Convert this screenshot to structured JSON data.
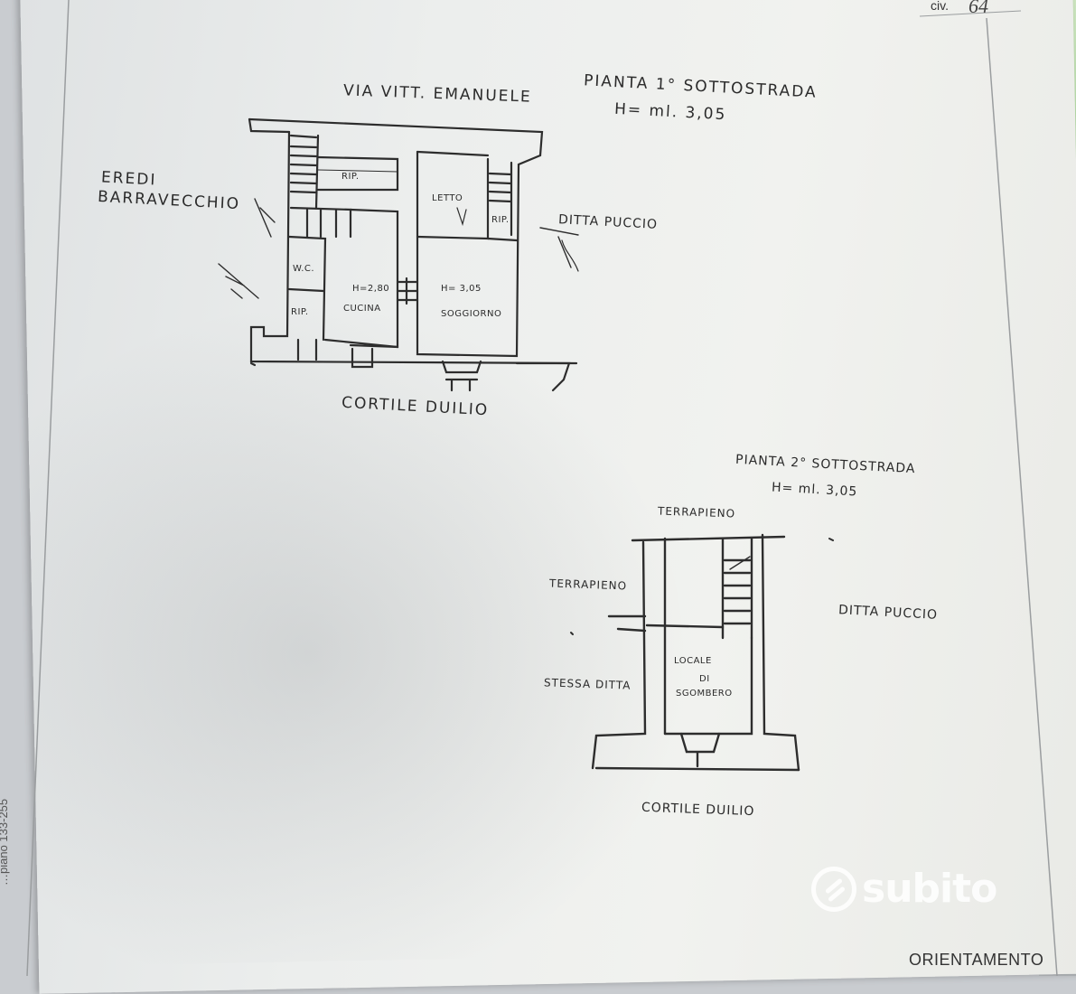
{
  "header": {
    "civ_label": "civ.",
    "civ_number": "64"
  },
  "plan1": {
    "title": "PIANTA 1° SOTTOSTRADA",
    "height": "H= ml. 3,05",
    "street": "VIA VITT. EMANUELE",
    "left_neighbor_line1": "EREDI",
    "left_neighbor_line2": "BARRAVECCHIO",
    "right_neighbor": "DITTA PUCCIO",
    "bottom": "CORTILE DUILIO",
    "rooms": {
      "rip_top": "RIP.",
      "letto": "LETTO",
      "rip_small": "RIP.",
      "wc": "W.C.",
      "kitchen_h": "H=2,80",
      "kitchen": "CUCINA",
      "living_h": "H= 3,05",
      "living": "SOGGIORNO",
      "rip_bottom": "RIP."
    }
  },
  "plan2": {
    "title": "PIANTA 2° SOTTOSTRADA",
    "height": "H= ml. 3,05",
    "top": "TERRAPIENO",
    "left_top": "TERRAPIENO",
    "left_bottom": "STESSA DITTA",
    "right_neighbor": "DITTA PUCCIO",
    "room_line1": "LOCALE",
    "room_line2": "DI",
    "room_line3": "SGOMBERO",
    "bottom": "CORTILE DUILIO"
  },
  "footer": {
    "orientation": "ORIENTAMENTO"
  },
  "edge_text": "…piano 133-255",
  "watermark": {
    "text": "subito",
    "icon": "subito-logo-icon"
  },
  "colors": {
    "ink": "#2b2b2b",
    "paper": "#eceeed",
    "magenta": "#d3127d",
    "green": "#bde4b1"
  }
}
